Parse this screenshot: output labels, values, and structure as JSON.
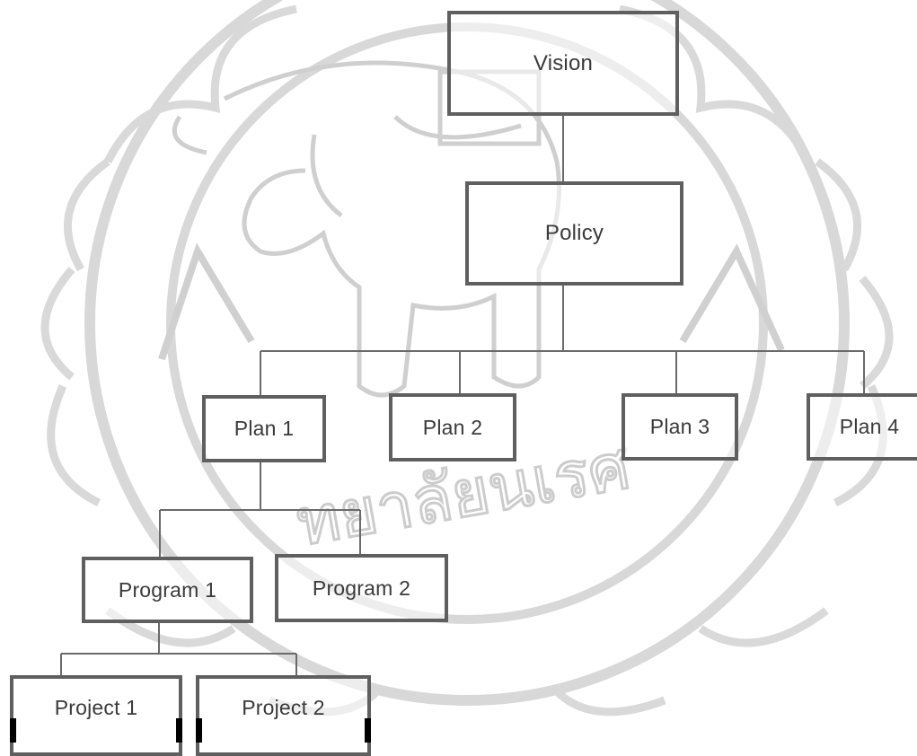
{
  "diagram": {
    "vision": "Vision",
    "policy": "Policy",
    "plans": [
      "Plan 1",
      "Plan 2",
      "Plan 3",
      "Plan 4"
    ],
    "programs": [
      "Program 1",
      "Program 2"
    ],
    "projects": [
      "Project 1",
      "Project 2"
    ]
  },
  "watermark": {
    "thai_text": "ทยาลัยนเรศ"
  },
  "colors": {
    "box_border": "#5f5f5f",
    "connector": "#6a6a6a",
    "watermark": "#cfcfcf",
    "text": "#3a3a3a"
  }
}
